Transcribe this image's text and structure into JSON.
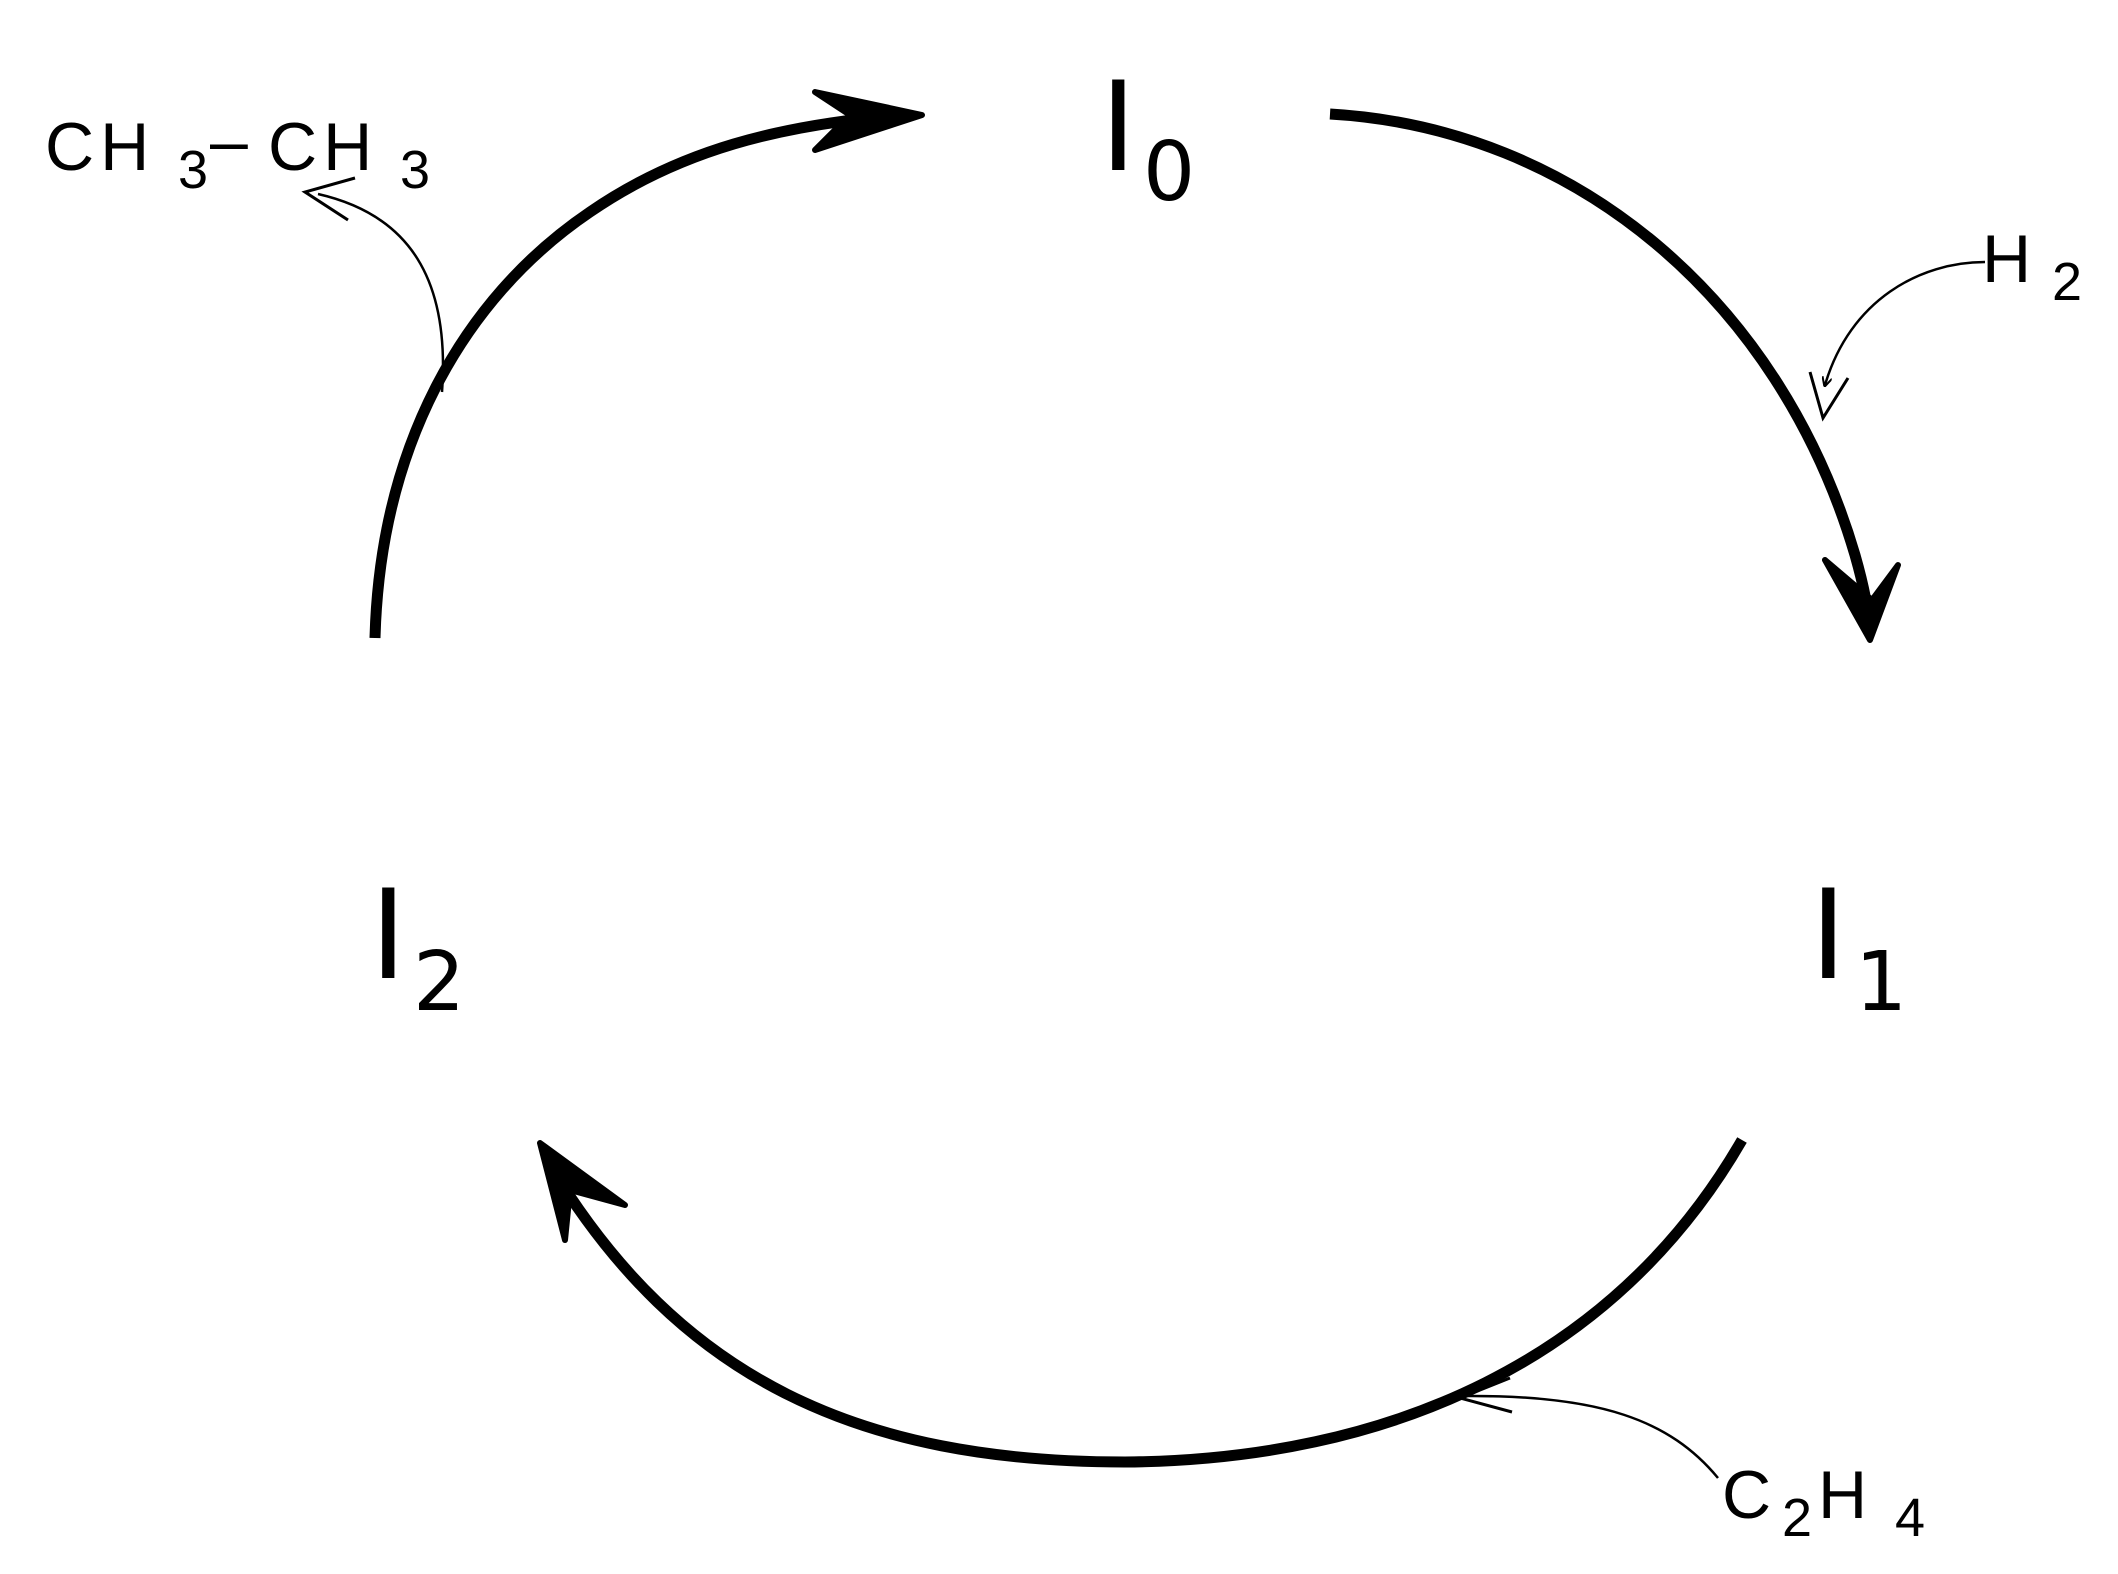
{
  "intermediates": {
    "i0": {
      "main": "I",
      "sub": "0"
    },
    "i1": {
      "main": "I",
      "sub": "1"
    },
    "i2": {
      "main": "I",
      "sub": "2"
    }
  },
  "species": {
    "ethane": {
      "part1": "CH",
      "sub1": "3",
      "dash": "–",
      "part2": "CH",
      "sub2": "3"
    },
    "hydrogen": {
      "main": "H",
      "sub": "2"
    },
    "ethylene": {
      "c": "C",
      "c_sub": "2",
      "h": "H",
      "h_sub": "4"
    }
  },
  "colors": {
    "stroke": "#000000",
    "background": "#ffffff"
  }
}
